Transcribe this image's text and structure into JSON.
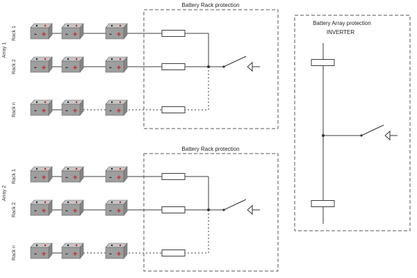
{
  "diagram": {
    "titles": {
      "rack_protection": "Battery Rack protection",
      "array_protection": "Battery Array protection",
      "inverter": "INVERTER"
    },
    "labels": {
      "array1": "Array 1",
      "array2": "Array 2",
      "rack1": "Rack 1",
      "rack2": "Rack 2",
      "rack_n": "Rack n"
    },
    "battery": {
      "minus": "-",
      "plus": "+"
    },
    "colors": {
      "wire": "#3a3a3a",
      "box_dash": "#555555",
      "battery_front": "#9e9e9e",
      "battery_top": "#c6c6c6",
      "battery_side": "#858585",
      "terminal_plus": "#cc1111",
      "terminal_minus": "#1f1f1f"
    }
  }
}
